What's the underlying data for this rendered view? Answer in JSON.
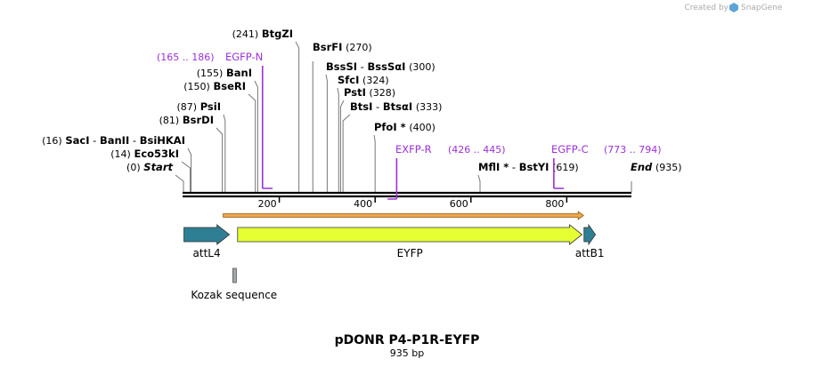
{
  "credit": {
    "created_by": "Created by",
    "brand": "SnapGene"
  },
  "plasmid": {
    "name": "pDONR P4-P1R-EYFP",
    "length": "935 bp",
    "bp": 935
  },
  "ruler": {
    "ticks": [
      200,
      400,
      600,
      800
    ]
  },
  "sites": [
    {
      "pos": 0,
      "num": "(0)",
      "names": [
        "Start"
      ],
      "style": "italic",
      "star": false
    },
    {
      "pos": 14,
      "num": "(14)",
      "names": [
        "Eco53kI"
      ],
      "style": "bold",
      "star": false
    },
    {
      "pos": 16,
      "num": "(16)",
      "names": [
        "SacI",
        "BanII",
        "BsiHKAI"
      ],
      "style": "bold",
      "star": false
    },
    {
      "pos": 81,
      "num": "(81)",
      "names": [
        "BsrDI"
      ],
      "style": "bold",
      "star": false
    },
    {
      "pos": 87,
      "num": "(87)",
      "names": [
        "PsiI"
      ],
      "style": "bold",
      "star": false
    },
    {
      "pos": 150,
      "num": "(150)",
      "names": [
        "BseRI"
      ],
      "style": "bold",
      "star": false
    },
    {
      "pos": 155,
      "num": "(155)",
      "names": [
        "BanI"
      ],
      "style": "bold",
      "star": false
    },
    {
      "pos": 241,
      "num": "(241)",
      "names": [
        "BtgZI"
      ],
      "style": "bold",
      "star": false
    },
    {
      "pos": 270,
      "num": "(270)",
      "names": [
        "BsrFI"
      ],
      "style": "bold",
      "star": false
    },
    {
      "pos": 300,
      "num": "(300)",
      "names": [
        "BssSI",
        "BssSαI"
      ],
      "style": "bold",
      "star": false
    },
    {
      "pos": 324,
      "num": "(324)",
      "names": [
        "SfcI"
      ],
      "style": "bold",
      "star": false
    },
    {
      "pos": 328,
      "num": "(328)",
      "names": [
        "PstI"
      ],
      "style": "bold",
      "star": false
    },
    {
      "pos": 333,
      "num": "(333)",
      "names": [
        "BtsI",
        "BtsαI"
      ],
      "style": "bold",
      "star": false
    },
    {
      "pos": 400,
      "num": "(400)",
      "names": [
        "PfoI"
      ],
      "style": "bold",
      "star": true
    },
    {
      "pos": 619,
      "num": "(619)",
      "names": [
        "MflI",
        "BstYI"
      ],
      "style": "bold",
      "star": true
    },
    {
      "pos": 935,
      "num": "(935)",
      "names": [
        "End"
      ],
      "style": "italic",
      "star": false
    }
  ],
  "primers": [
    {
      "name": "EGFP-N",
      "range": "(165 .. 186)",
      "start": 165,
      "end": 186,
      "direction": "forward"
    },
    {
      "name": "EXFP-R",
      "range": "(426 .. 445)",
      "start": 426,
      "end": 445,
      "direction": "reverse"
    },
    {
      "name": "EGFP-C",
      "range": "(773 .. 794)",
      "start": 773,
      "end": 794,
      "direction": "forward"
    }
  ],
  "features": [
    {
      "name": "attL4",
      "start": 1,
      "end": 96,
      "color": "#2e7f93",
      "label_below": true
    },
    {
      "name": "EYFP",
      "start": 113,
      "end": 832,
      "color": "#e6ff33",
      "label_below": true
    },
    {
      "name": "attB1",
      "start": 836,
      "end": 860,
      "color": "#2e7f93",
      "label_below": true
    },
    {
      "name": "Kozak sequence",
      "start": 103,
      "end": 108,
      "color": "#a0a7ab",
      "label_below": true
    }
  ],
  "orf": {
    "start": 83,
    "end": 835,
    "color": "#f2a64a"
  }
}
